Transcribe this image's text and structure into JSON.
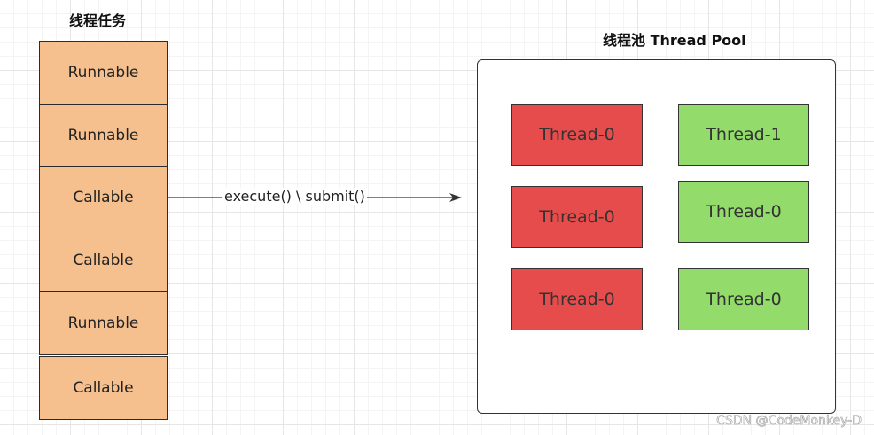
{
  "tasks": {
    "title": "线程任务",
    "items": [
      {
        "label": "Runnable"
      },
      {
        "label": "Runnable"
      },
      {
        "label": "Callable"
      },
      {
        "label": "Callable"
      },
      {
        "label": "Runnable"
      },
      {
        "label": "Callable"
      }
    ],
    "fill_color": "#f5c08e"
  },
  "connector": {
    "label": "execute() \\ submit()"
  },
  "pool": {
    "title": "线程池 Thread Pool",
    "threads": [
      {
        "label": "Thread-0",
        "state": "busy",
        "color": "#e74c4c"
      },
      {
        "label": "Thread-1",
        "state": "free",
        "color": "#93db6a"
      },
      {
        "label": "Thread-0",
        "state": "busy",
        "color": "#e74c4c"
      },
      {
        "label": "Thread-0",
        "state": "free",
        "color": "#93db6a"
      },
      {
        "label": "Thread-0",
        "state": "busy",
        "color": "#e74c4c"
      },
      {
        "label": "Thread-0",
        "state": "free",
        "color": "#93db6a"
      }
    ]
  },
  "watermark": "CSDN @CodeMonkey-D"
}
